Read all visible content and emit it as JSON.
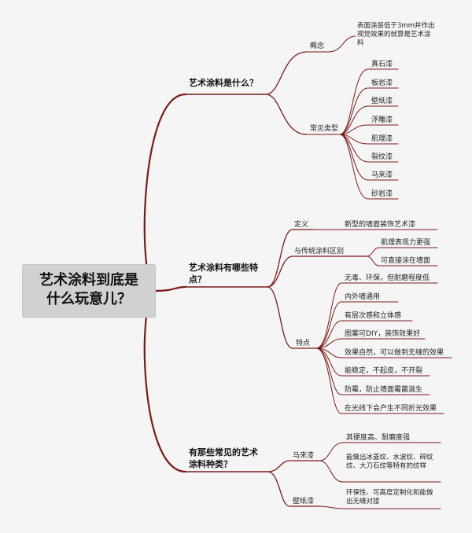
{
  "root": {
    "line1": "艺术涂料到底是",
    "line2": "什么玩意儿？"
  },
  "branches": [
    {
      "title": "艺术涂料是什么？",
      "children": [
        {
          "label": "概念",
          "items": [
            "表面涂层低于3mm并作出视觉效果的就算是艺术涂料"
          ]
        },
        {
          "label": "常见类型",
          "items": [
            "真石漆",
            "板岩漆",
            "壁纸漆",
            "浮雕漆",
            "肌理漆",
            "裂纹漆",
            "马来漆",
            "砂岩漆"
          ]
        }
      ]
    },
    {
      "title": "艺术涂料有哪些特点？",
      "children": [
        {
          "label": "定义",
          "items": [
            "新型的墙面装饰艺术漆"
          ]
        },
        {
          "label": "与传统涂料区别",
          "items": [
            "肌理表现力更强",
            "可直接涂在墙面"
          ]
        },
        {
          "label": "特点",
          "items": [
            "无毒、环保，但耐磨程度低",
            "内外墙通用",
            "有层次感和立体感",
            "图案可DIY，装饰效果好",
            "效果自然，可以做到无缝的效果",
            "能稳定，不起皮，不开裂",
            "防霉，防止墙面霉菌滋生",
            "在光线下会产生不同折光效果"
          ]
        }
      ]
    },
    {
      "title": "有那些常见的艺术涂料种类？",
      "children": [
        {
          "label": "马来漆",
          "items": [
            "其硬度高、耐磨度强",
            "能做出冰菱纹、水波纹、碎纹纹、大刀石纹等特有的纹样"
          ]
        },
        {
          "label": "壁纸漆",
          "items": [
            "环保性、可高度定制化和能做出无缝对接"
          ]
        }
      ]
    }
  ],
  "colors": {
    "line": "#7a1a1a",
    "root_bg": "#d1d1d1",
    "background": "#f5f5f5"
  }
}
